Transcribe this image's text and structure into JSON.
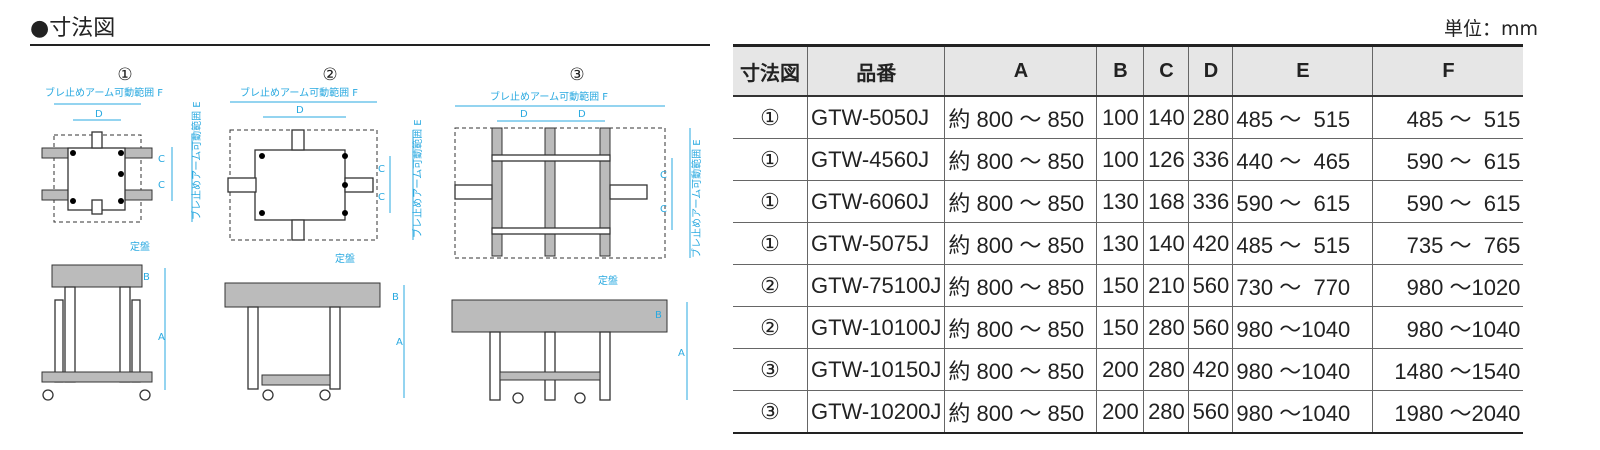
{
  "title": "●寸法図",
  "unit": "単位：mm",
  "drawings": {
    "labels": {
      "f": "ブレ止めアーム可動範囲 F",
      "e": "ブレ止めアーム可動範囲 E",
      "d": "D",
      "c": "C",
      "table_top": "定盤",
      "a": "A",
      "b": "B"
    },
    "numbers": [
      "①",
      "②",
      "③"
    ]
  },
  "table": {
    "headers": [
      "寸法図",
      "品番",
      "A",
      "B",
      "C",
      "D",
      "E",
      "F"
    ],
    "rows": [
      [
        "①",
        "GTW-5050J",
        "約 800 ～ 850",
        "100",
        "140",
        "280",
        "485 ～  515",
        "485 ～  515"
      ],
      [
        "①",
        "GTW-4560J",
        "約 800 ～ 850",
        "100",
        "126",
        "336",
        "440 ～  465",
        "590 ～  615"
      ],
      [
        "①",
        "GTW-6060J",
        "約 800 ～ 850",
        "130",
        "168",
        "336",
        "590 ～  615",
        "590 ～  615"
      ],
      [
        "①",
        "GTW-5075J",
        "約 800 ～ 850",
        "130",
        "140",
        "420",
        "485 ～  515",
        "735 ～  765"
      ],
      [
        "②",
        "GTW-75100J",
        "約 800 ～ 850",
        "150",
        "210",
        "560",
        "730 ～  770",
        "980 ～1020"
      ],
      [
        "②",
        "GTW-10100J",
        "約 800 ～ 850",
        "150",
        "280",
        "560",
        "980 ～1040",
        "980 ～1040"
      ],
      [
        "③",
        "GTW-10150J",
        "約 800 ～ 850",
        "200",
        "280",
        "420",
        "980 ～1040",
        "1480 ～1540"
      ],
      [
        "③",
        "GTW-10200J",
        "約 800 ～ 850",
        "200",
        "280",
        "560",
        "980 ～1040",
        "1980 ～2040"
      ]
    ]
  }
}
